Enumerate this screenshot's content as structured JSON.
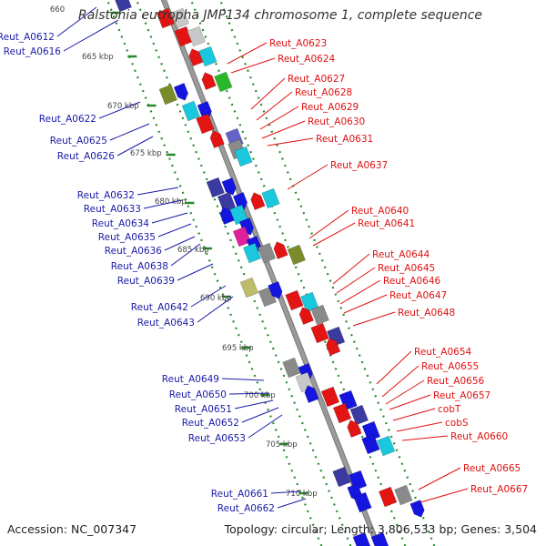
{
  "title": "Ralstonia eutropha JMP134 chromosome 1, complete sequence",
  "footer": {
    "accession": "Accession: NC_007347",
    "summary": "Topology: circular; Length: 3,806,533 bp; Genes: 3,504"
  },
  "colors": {
    "backbone": "#9a9a9a",
    "tick": "#2a8a2a",
    "forward_label": "#1a1aa8",
    "reverse_label": "#e01010"
  },
  "kbp_marks": [
    "660",
    "665 kbp",
    "670 kbp",
    "675 kbp",
    "680 kbp",
    "685 kbp",
    "690 kbp",
    "695 kbp",
    "700 kbp",
    "705 kbp",
    "710 kbp"
  ],
  "left_genes": [
    "Reut_A0612",
    "Reut_A0616",
    "Reut_A0622",
    "Reut_A0625",
    "Reut_A0626",
    "Reut_A0632",
    "Reut_A0633",
    "Reut_A0634",
    "Reut_A0635",
    "Reut_A0636",
    "Reut_A0638",
    "Reut_A0639",
    "Reut_A0642",
    "Reut_A0643",
    "Reut_A0649",
    "Reut_A0650",
    "Reut_A0651",
    "Reut_A0652",
    "Reut_A0653",
    "Reut_A0661",
    "Reut_A0662"
  ],
  "right_genes": [
    "Reut_A0623",
    "Reut_A0624",
    "Reut_A0627",
    "Reut_A0628",
    "Reut_A0629",
    "Reut_A0630",
    "Reut_A0631",
    "Reut_A0637",
    "Reut_A0640",
    "Reut_A0641",
    "Reut_A0644",
    "Reut_A0645",
    "Reut_A0646",
    "Reut_A0647",
    "Reut_A0648",
    "Reut_A0654",
    "Reut_A0655",
    "Reut_A0656",
    "Reut_A0657",
    "cobT",
    "cobS",
    "Reut_A0660",
    "Reut_A0665",
    "Reut_A0667"
  ]
}
